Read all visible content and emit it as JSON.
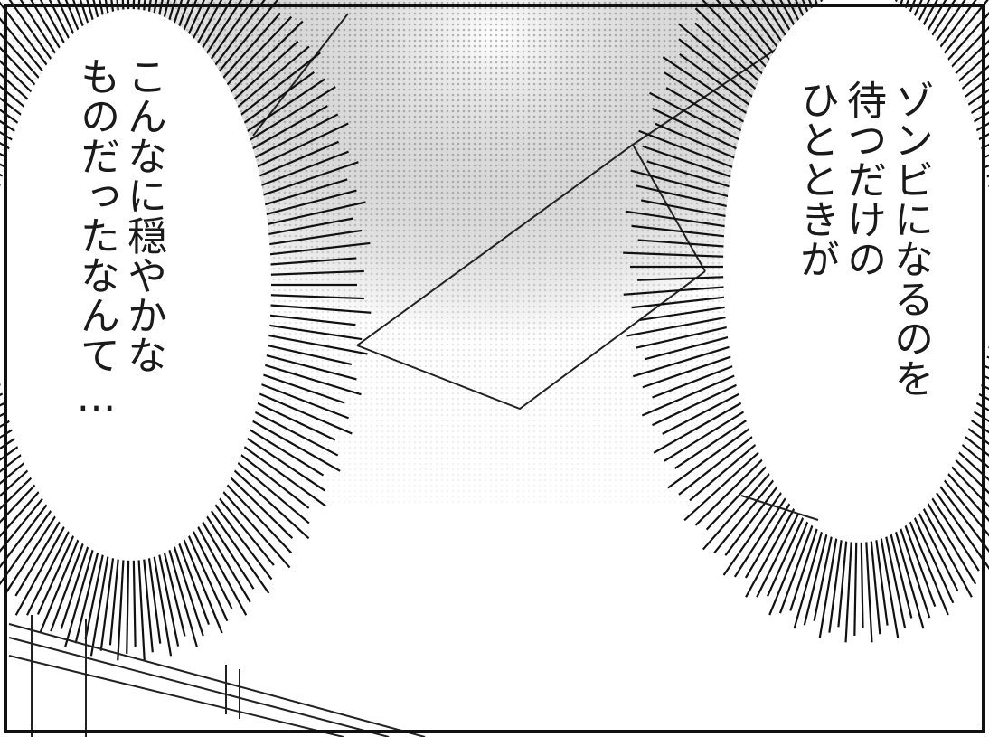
{
  "left_bubble": {
    "lines": [
      "こんなに穏やかな",
      "ものだったなんて…"
    ]
  },
  "right_bubble": {
    "lines": [
      "ゾンビになるのを",
      "待つだけの",
      "ひとときが"
    ]
  },
  "colors": {
    "ink": "#1a1a1a",
    "paper": "#ffffff",
    "screentone": "#d9d9d9"
  }
}
